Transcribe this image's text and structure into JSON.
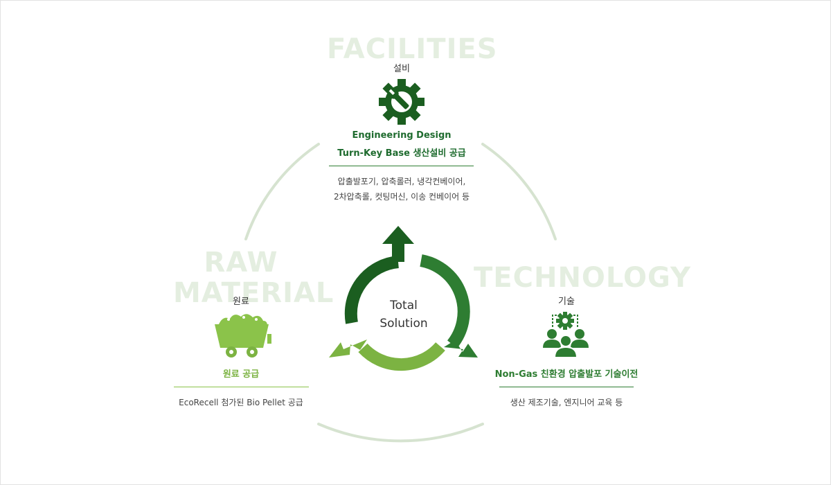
{
  "center": {
    "line1": "Total",
    "line2": "Solution"
  },
  "facilities": {
    "watermark": "FACILITIES",
    "label": "설비",
    "icon": "gear-wrench-icon",
    "title_line1": "Engineering Design",
    "title_line2": "Turn-Key Base 생산설비 공급",
    "desc_line1": "압출발포기, 압축롤러, 냉각컨베이어,",
    "desc_line2": "2차압축롤, 컷팅머신, 이송 컨베이어 등"
  },
  "raw_material": {
    "watermark_line1": "RAW",
    "watermark_line2": "MATERIAL",
    "label": "원료",
    "icon": "mine-cart-icon",
    "title": "원료 공급",
    "desc": "EcoRecell 첨가된 Bio Pellet 공급"
  },
  "technology": {
    "watermark": "TECHNOLOGY",
    "label": "기술",
    "icon": "team-gear-icon",
    "title": "Non-Gas 친환경 압출발포 기술이전",
    "desc": "생산 제조기술, 엔지니어 교육 등"
  },
  "colors": {
    "dark_green": "#1b5e20",
    "mid_green": "#2e7d32",
    "light_green": "#7cb342",
    "ring": "#d6e3d0",
    "watermark": "#e4eee0"
  }
}
